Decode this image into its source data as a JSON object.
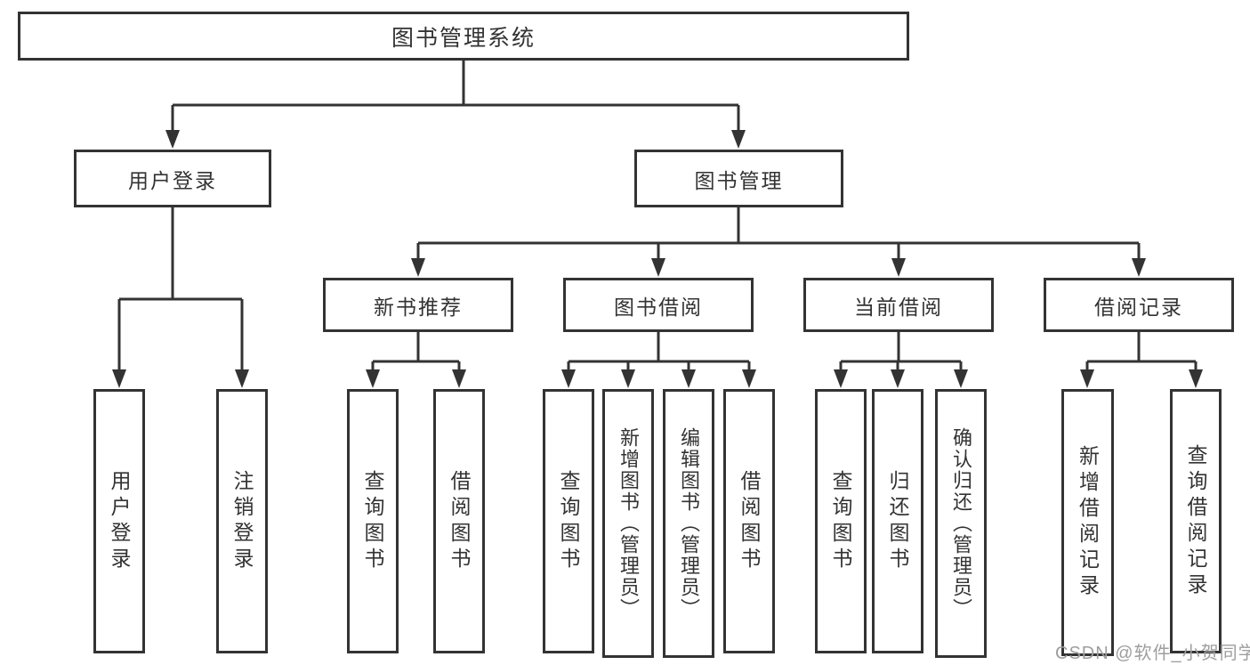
{
  "diagram_title": "图书管理系统",
  "tree": {
    "label": "图书管理系统",
    "children": [
      {
        "label": "用户登录",
        "children": [
          {
            "label": "用户登录"
          },
          {
            "label": "注销登录"
          }
        ]
      },
      {
        "label": "图书管理",
        "children": [
          {
            "label": "新书推荐",
            "children": [
              {
                "label": "查询图书"
              },
              {
                "label": "借阅图书"
              }
            ]
          },
          {
            "label": "图书借阅",
            "children": [
              {
                "label": "查询图书"
              },
              {
                "label": "新增图书（管理员）"
              },
              {
                "label": "编辑图书（管理员）"
              },
              {
                "label": "借阅图书"
              }
            ]
          },
          {
            "label": "当前借阅",
            "children": [
              {
                "label": "查询图书"
              },
              {
                "label": "归还图书"
              },
              {
                "label": "确认归还（管理员）"
              }
            ]
          },
          {
            "label": "借阅记录",
            "children": [
              {
                "label": "新增借阅记录"
              },
              {
                "label": "查询借阅记录"
              }
            ]
          }
        ]
      }
    ]
  },
  "watermark": {
    "text": "CSDN @软件_小贺同学"
  },
  "colors": {
    "line": "#333333",
    "text": "#333333",
    "watermark": "#9e9e9e",
    "background": "#ffffff"
  }
}
